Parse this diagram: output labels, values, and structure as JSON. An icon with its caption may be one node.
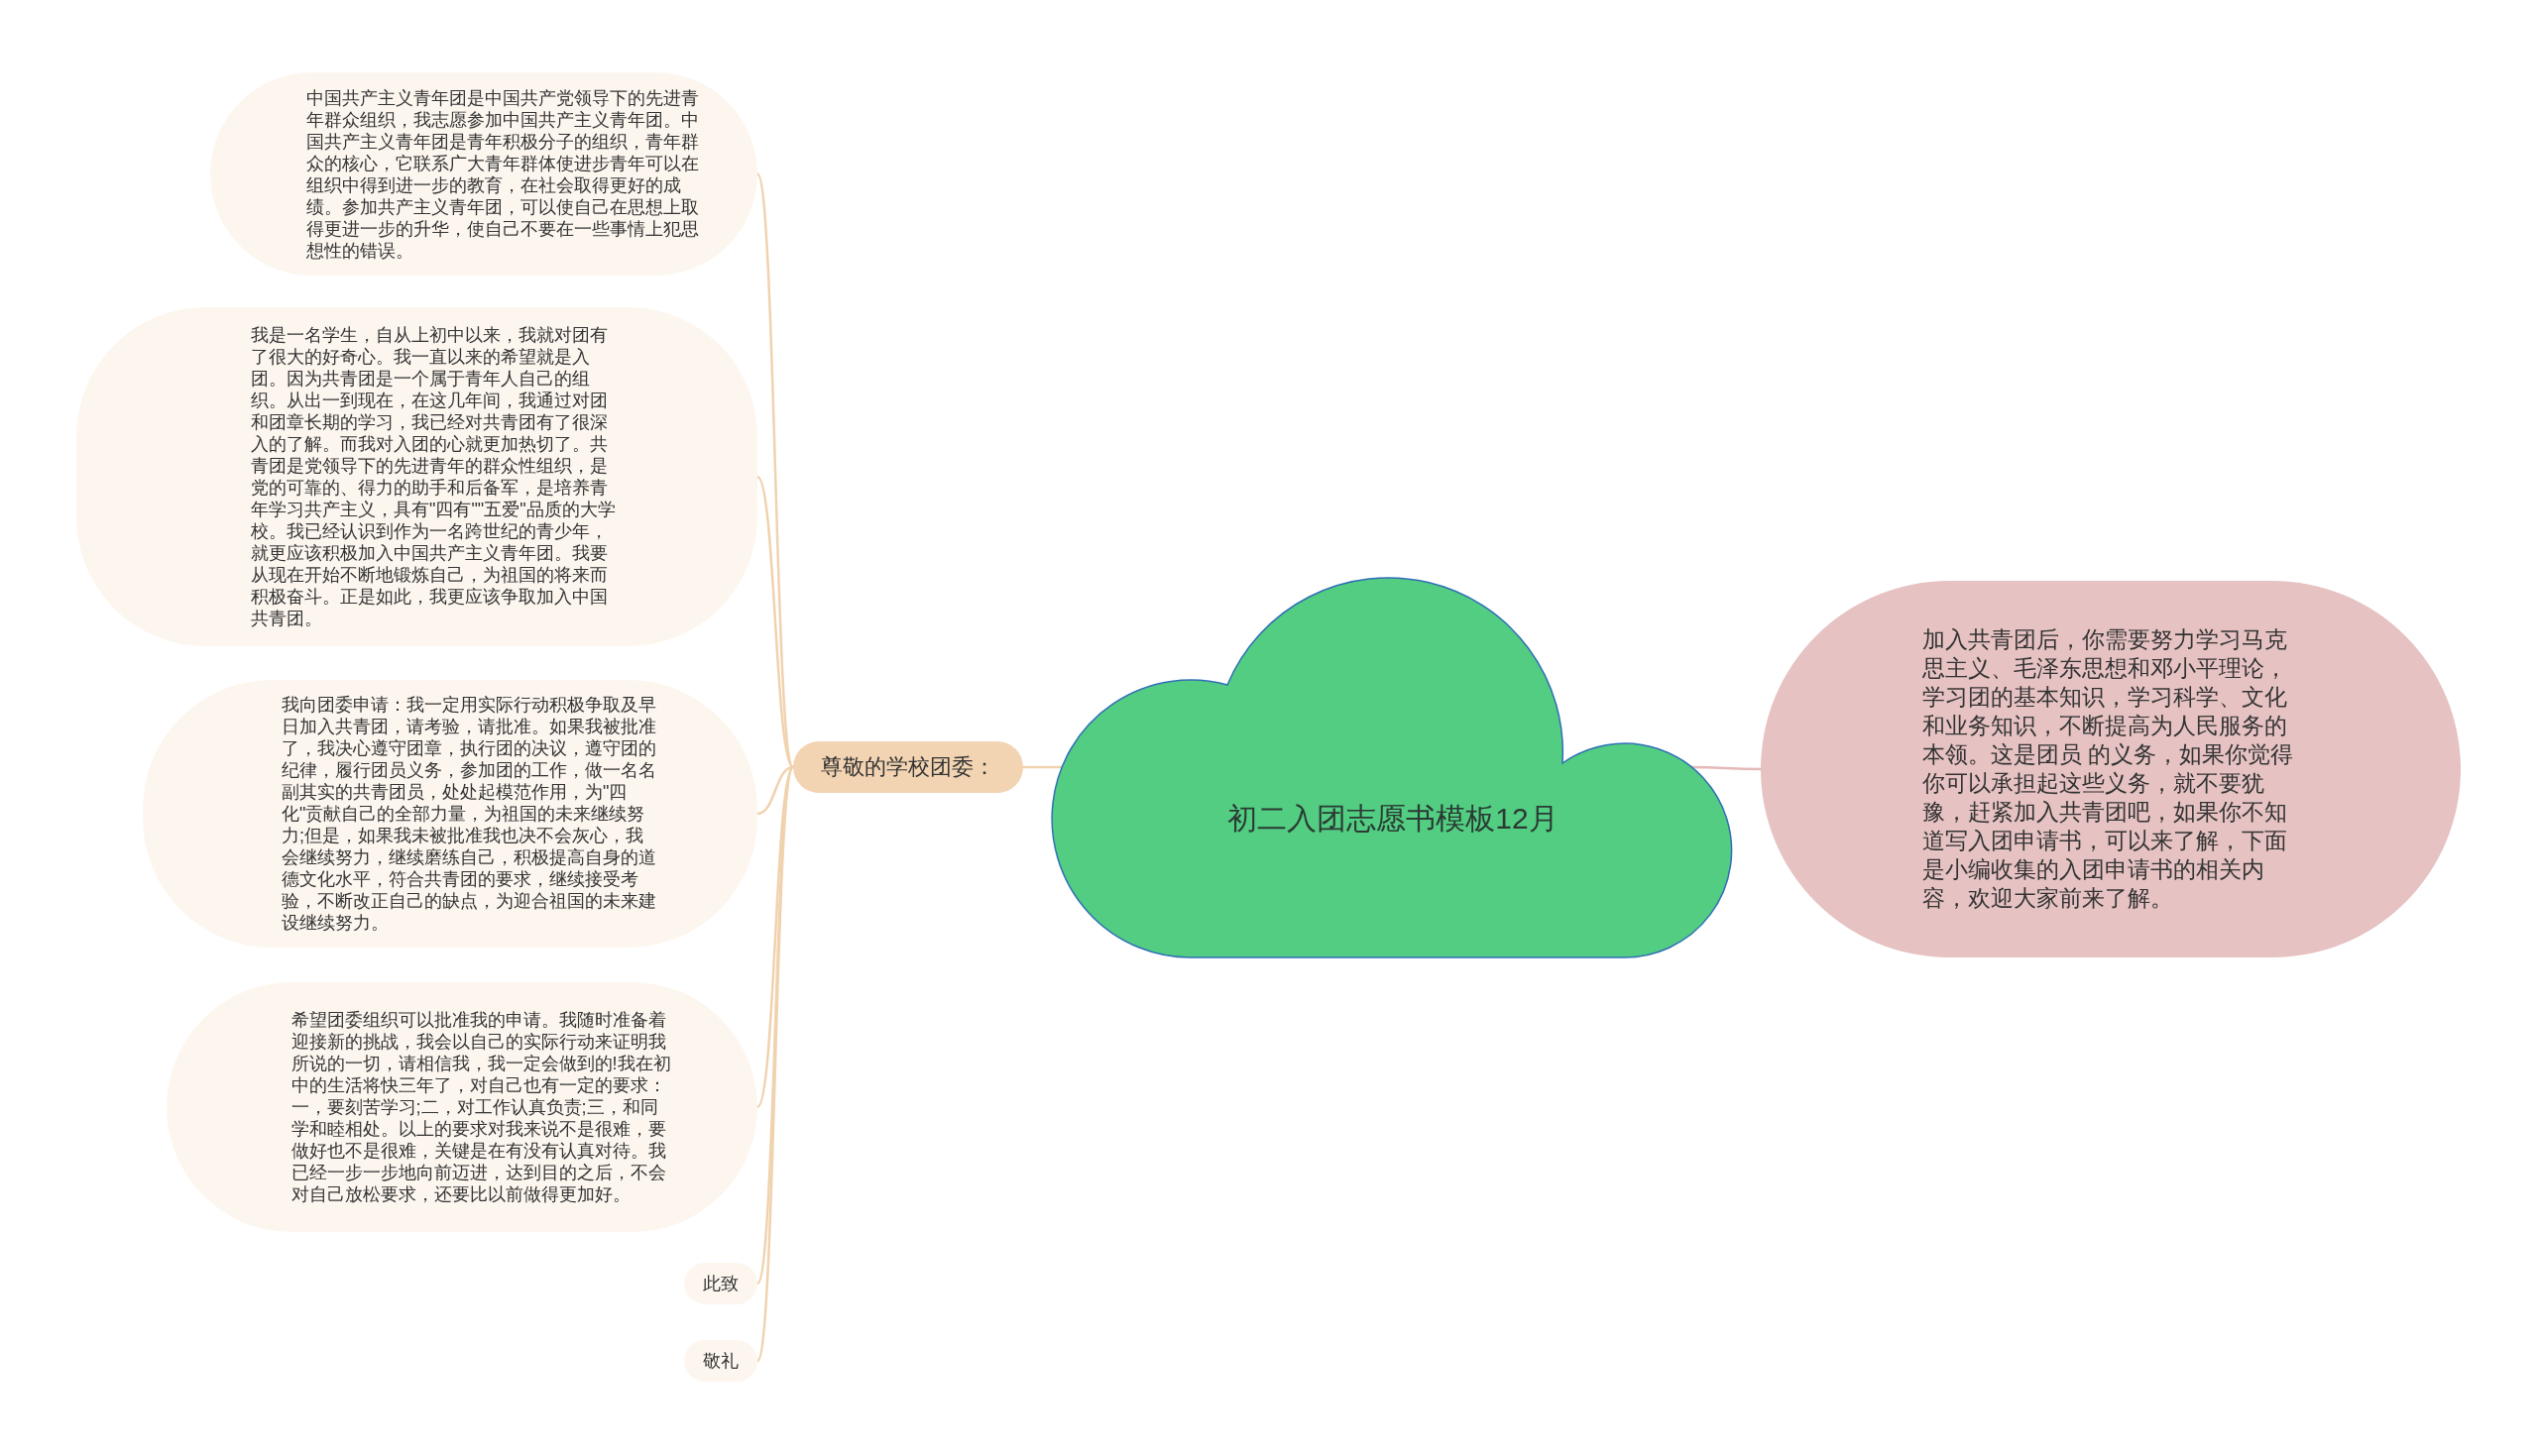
{
  "diagram": {
    "nodes": [
      {
        "text": [
          "初二入团志愿书模板12月"
        ]
      },
      {
        "text": [
          "尊敬的学校团委："
        ]
      },
      {
        "text": [
          "中国共产主义青年团是中国共产党领导下的先进青年群众组织，我志愿参加中国共产主义青年团。中国共产主义青年团是青年积极分子的组织，青年群众的核心，它联系广大青年群体使进步青年可以在组织中得到进一步的教育，在社会取得更好的成绩。参加共产主义青年团，可以使自己在思想上取得更进一步的升华，使自己不要在一些事情上犯思想性的错误。"
        ]
      },
      {
        "text": [
          "我是一名学生，自从上初中以来，我就对团有了很大的好奇心。我一直以来的希望就是入团。因为共青团是一个属于青年人自己的组织。从出一到现在，在这几年间，我通过对团和团章长期的学习，我已经对共青团有了很深入的了解。而我对入团的心就更加热切了。共青团是党领导下的先进青年的群众性组织，是党的可靠的、得力的助手和后备军，是培养青年学习共产主义，具有\"四有\"\"五爱\"品质的大学校。我已经认识到作为一名跨世纪的青少年，就更应该积极加入中国共产主义青年团。我要从现在开始不断地锻炼自己，为祖国的将来而积极奋斗。正是如此，我更应该争取加入中国共青团。"
        ]
      },
      {
        "text": [
          "我向团委申请：我一定用实际行动积极争取及早日加入共青团，请考验，请批准。如果我被批准了，我决心遵守团章，执行团的决议，遵守团的纪律，履行团员义务，参加团的工作，做一名名副其实的共青团员，处处起模范作用，为\"四化\"贡献自己的全部力量，为祖国的未来继续努力;但是，如果我未被批准我也决不会灰心，我会继续努力，继续磨练自己，积极提高自身的道德文化水平，符合共青团的要求，继续接受考验，不断改正自己的缺点，为迎合祖国的未来建设继续努力。"
        ]
      },
      {
        "text": [
          "希望团委组织可以批准我的申请。我随时准备着迎接新的挑战，我会以自己的实际行动来证明我所说的一切，请相信我，我一定会做到的!我在初中的生活将快三年了，对自己也有一定的要求：一，要刻苦学习;二，对工作认真负责;三，和同学和睦相处。以上的要求对我来说不是很难，要做好也不是很难，关键是在有没有认真对待。我已经一步一步地向前迈进，达到目的之后，不会对自己放松要求，还要比以前做得更加好。"
        ]
      },
      {
        "text": [
          "此致"
        ]
      },
      {
        "text": [
          "敬礼"
        ]
      },
      {
        "text": [
          "加入共青团后，你需要努力学习马克思主义、毛泽东思想和邓小平理论，学习团的基本知识，学习科学、文化和业务知识，不断提高为人民服务的本领。这是团员 的义务，如果你觉得你可以承担起这些义务，就不要犹豫，赶紧加入共青团吧，如果你不知道写入团申请书，可以来了解，下面是小编收集的入团申请书的相关内容，欢迎大家前来了解。"
        ]
      }
    ],
    "edges": [
      {
        "from": 0,
        "to": 1,
        "arrow": "none"
      },
      {
        "from": 1,
        "to": 2,
        "arrow": "none"
      },
      {
        "from": 1,
        "to": 3,
        "arrow": "none"
      },
      {
        "from": 1,
        "to": 4,
        "arrow": "none"
      },
      {
        "from": 1,
        "to": 5,
        "arrow": "none"
      },
      {
        "from": 1,
        "to": 6,
        "arrow": "none"
      },
      {
        "from": 1,
        "to": 7,
        "arrow": "none"
      },
      {
        "from": 0,
        "to": 8,
        "arrow": "none",
        "color": "#e6b9b9"
      }
    ]
  }
}
